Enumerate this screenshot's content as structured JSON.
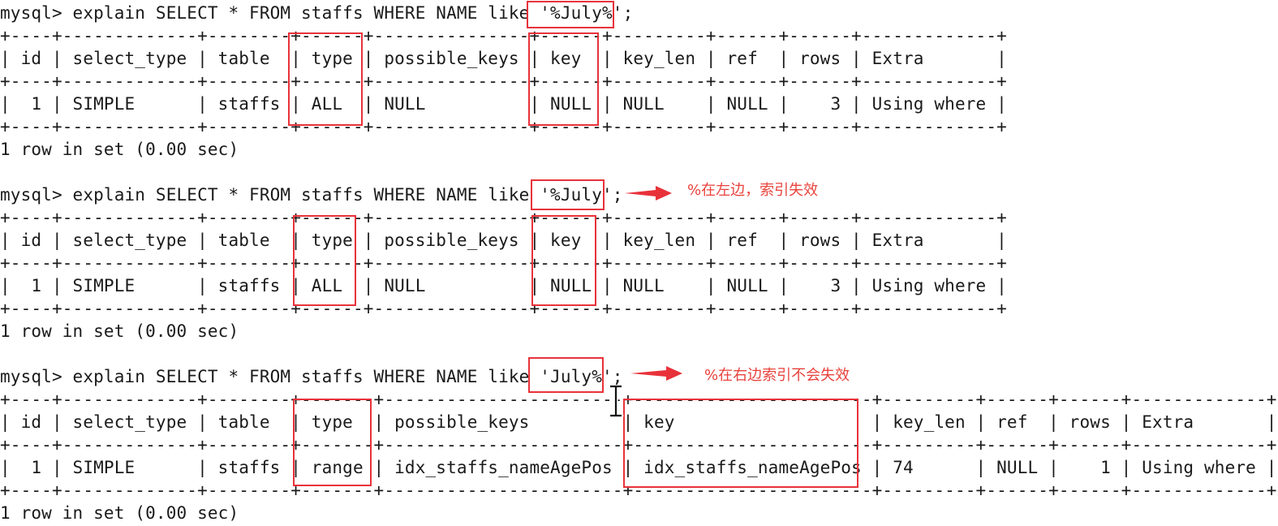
{
  "queries": [
    {
      "command": "mysql> explain SELECT * FROM staffs WHERE NAME like '%July%';",
      "border": "+----+-------------+--------+------+---------------+------+---------+------+------+-------------+",
      "header": "| id | select_type | table  | type | possible_keys | key  | key_len | ref  | rows | Extra       |",
      "row": "|  1 | SIMPLE      | staffs | ALL  | NULL          | NULL | NULL    | NULL |    3 | Using where |",
      "summary": "1 row in set (0.00 sec)",
      "note": ""
    },
    {
      "command": "mysql> explain SELECT * FROM staffs WHERE NAME like '%July';",
      "border": "+----+-------------+--------+------+---------------+------+---------+------+------+-------------+",
      "header": "| id | select_type | table  | type | possible_keys | key  | key_len | ref  | rows | Extra       |",
      "row": "|  1 | SIMPLE      | staffs | ALL  | NULL          | NULL | NULL    | NULL |    3 | Using where |",
      "summary": "1 row in set (0.00 sec)",
      "note": "%在左边，索引失效"
    },
    {
      "command": "mysql> explain SELECT * FROM staffs WHERE NAME like 'July%';",
      "border": "+----+-------------+--------+-------+-----------------------+-----------------------+---------+------+------+-------------+",
      "header": "| id | select_type | table  | type  | possible_keys         | key                   | key_len | ref  | rows | Extra       |",
      "row": "|  1 | SIMPLE      | staffs | range | idx_staffs_nameAgePos | idx_staffs_nameAgePos | 74      | NULL |    1 | Using where |",
      "summary": "1 row in set (0.00 sec)",
      "note": "%在右边索引不会失效"
    }
  ],
  "colors": {
    "highlight": "#e8323a",
    "note": "#e8423c",
    "text": "#1a1a1a"
  }
}
